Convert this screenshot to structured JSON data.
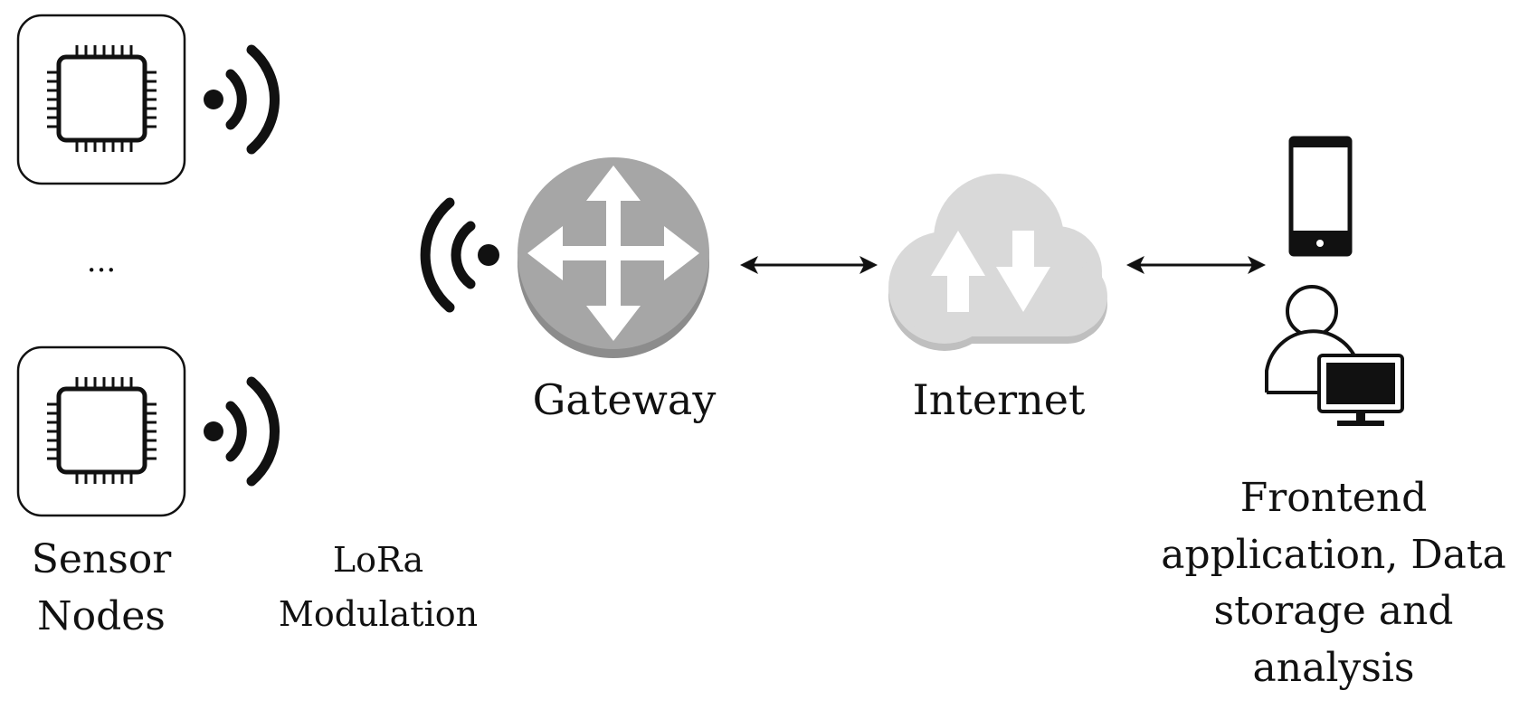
{
  "sensor_nodes": {
    "label_line1": "Sensor",
    "label_line2": "Nodes",
    "ellipsis": "..."
  },
  "modulation": {
    "label_line1": "LoRa",
    "label_line2": "Modulation"
  },
  "gateway": {
    "label": "Gateway"
  },
  "internet": {
    "label": "Internet"
  },
  "frontend": {
    "label_line1": "Frontend",
    "label_line2": "application, Data",
    "label_line3": "storage and",
    "label_line4": "analysis"
  },
  "colors": {
    "gateway_fill": "#a6a6a6",
    "gateway_shadow": "#8c8c8c",
    "cloud_fill": "#d9d9d9",
    "cloud_shadow": "#bfbfbf",
    "ink": "#111111"
  },
  "icons": {
    "sensor_chip": "microchip-icon",
    "wireless": "wifi-signal-icon",
    "gateway": "router-icon",
    "cloud": "cloud-updown-icon",
    "phone": "smartphone-icon",
    "user": "user-at-computer-icon"
  }
}
